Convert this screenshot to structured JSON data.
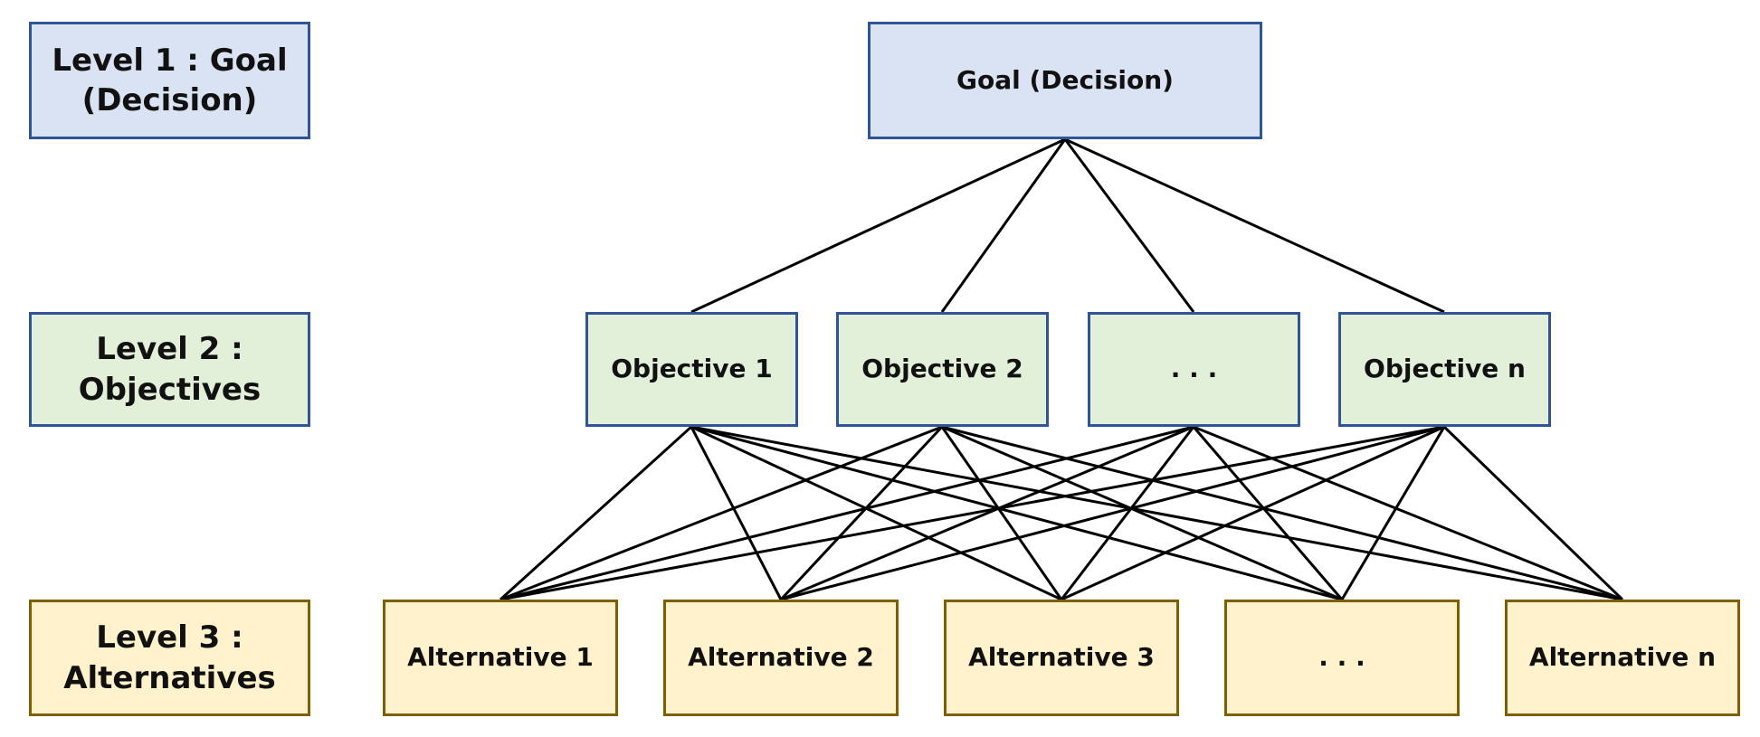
{
  "levels": {
    "level1": "Level 1 : Goal\n(Decision)",
    "level2": "Level 2 :\nObjectives",
    "level3": "Level 3 :\nAlternatives"
  },
  "goal": "Goal (Decision)",
  "objectives": [
    "Objective 1",
    "Objective 2",
    ". . .",
    "Objective n"
  ],
  "alternatives": [
    "Alternative 1",
    "Alternative 2",
    "Alternative 3",
    ". . .",
    "Alternative n"
  ],
  "colors": {
    "goal_fill": "#dae3f3",
    "objective_fill": "#e2efd9",
    "alternative_fill": "#fff2cc",
    "goal_objective_border": "#2f5597",
    "alternative_border": "#7f6000",
    "connector": "#000000"
  }
}
